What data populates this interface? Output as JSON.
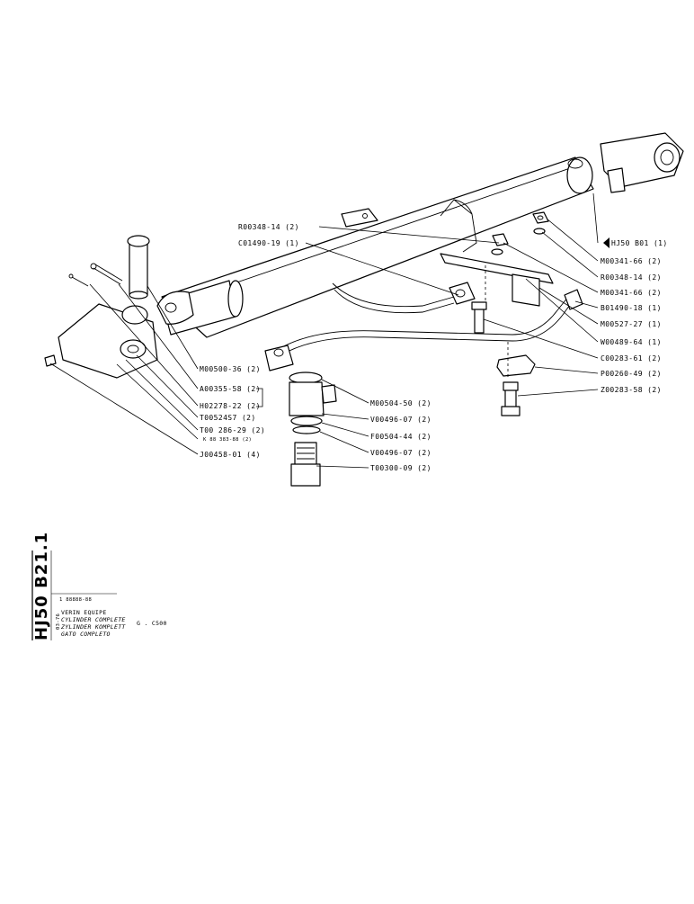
{
  "sheet": {
    "code": "HJ50 B21.1",
    "date": "03-76",
    "meta": "1 88888-88",
    "titles": [
      "VERIN EQUIPE",
      "CYLINDER COMPLETE",
      "ZYLINDER KOMPLETT",
      "GATO COMPLETO"
    ],
    "model": "G . C500"
  },
  "parts": {
    "right": [
      "HJ50 B01 (1)",
      "M00341-66 (2)",
      "R00348-14 (2)",
      "M00341-66 (2)",
      "B01490-18 (1)",
      "M00527-27 (1)",
      "W00489-64 (1)",
      "C00283-61 (2)",
      "P00260-49 (2)",
      "Z00283-58 (2)"
    ],
    "top_left": [
      "R00348-14 (2)",
      "C01490-19 (1)"
    ],
    "center": [
      "M00504-50 (2)",
      "V00496-07 (2)",
      "F00504-44 (2)",
      "V00496-07 (2)",
      "T00300-09 (2)"
    ],
    "left": [
      "M00500-36 (2)",
      "A00355-58 (2)",
      "H02278-22 (2)",
      "T00524S7 (2)",
      "T00 286-29 (2)",
      "K 88 383-88 (2)",
      "J00458-01 (4)"
    ]
  }
}
